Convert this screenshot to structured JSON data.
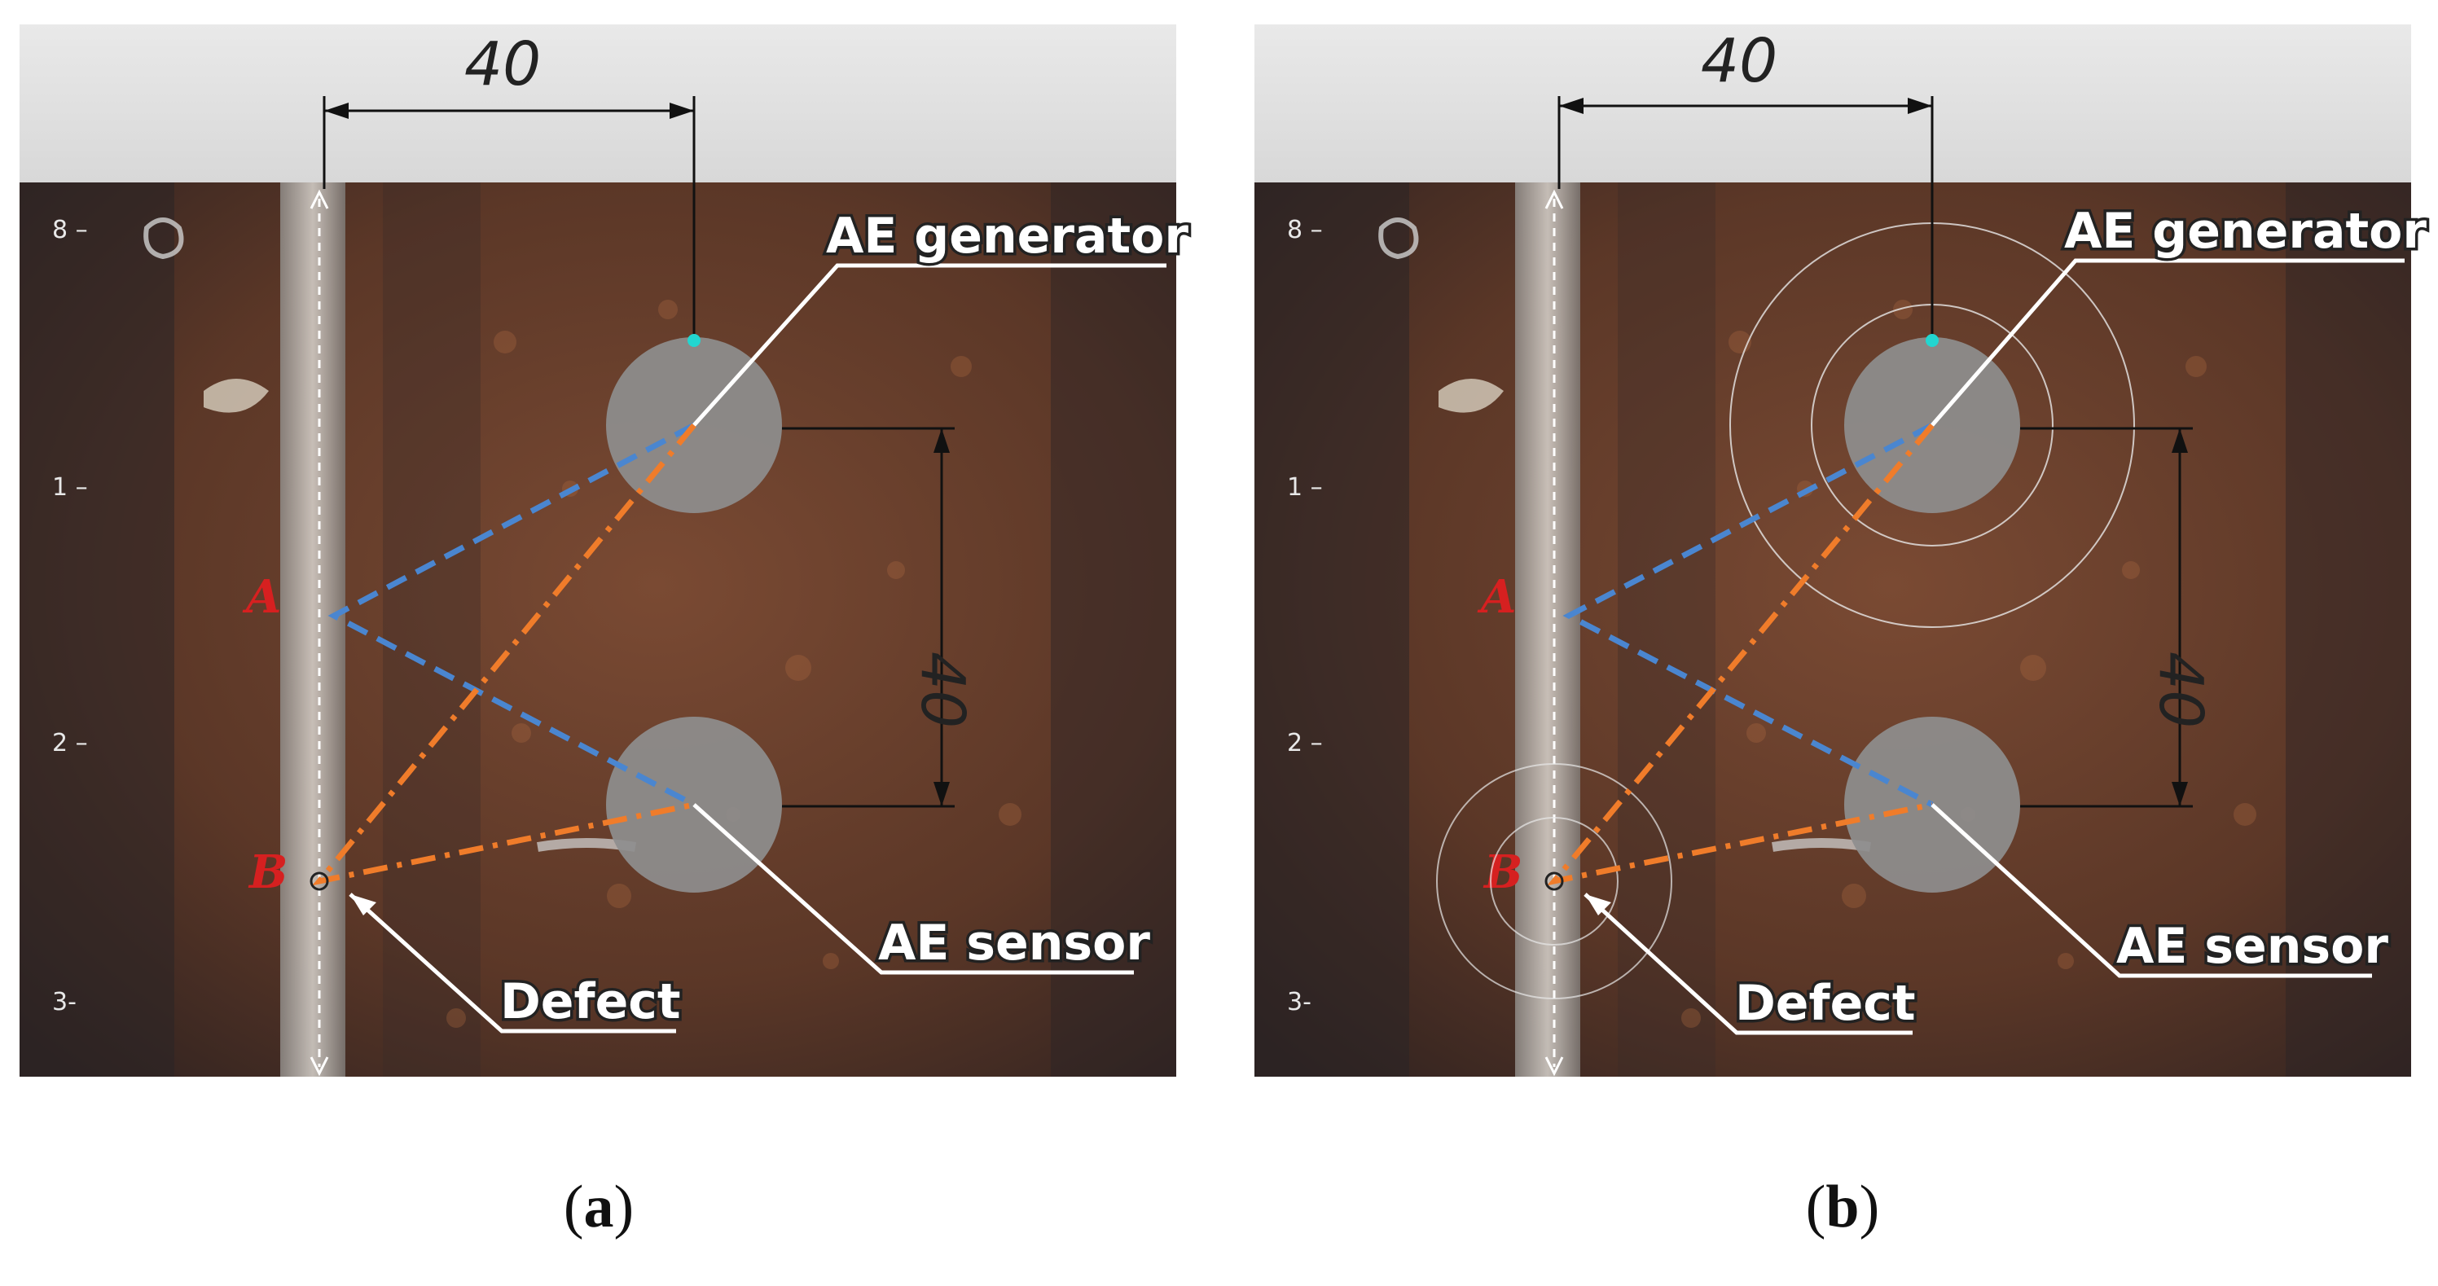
{
  "panels": [
    {
      "id": "a",
      "caption_open": "(",
      "caption_letter": "a",
      "caption_close": ")",
      "show_radiation_rings": false
    },
    {
      "id": "b",
      "caption_open": "(",
      "caption_letter": "b",
      "caption_close": ")",
      "show_radiation_rings": true
    }
  ],
  "labels": {
    "generator": "AE generator",
    "sensor": "AE sensor",
    "defect": "Defect",
    "dim_horizontal": "40",
    "dim_vertical": "40",
    "weld_point_a": "A",
    "weld_point_b": "B"
  },
  "scale_marks": [
    "8 –",
    "1 –",
    "2 –",
    "3-"
  ],
  "colors": {
    "photo_background": "#5a3a2c",
    "sky": "#e6e6e6",
    "disk": "#8e8e8e",
    "path_via_a": "#4a86d0",
    "path_via_b": "#f07c2a",
    "generator_point": "#22d6d0",
    "weld_letter": "#d62020"
  }
}
